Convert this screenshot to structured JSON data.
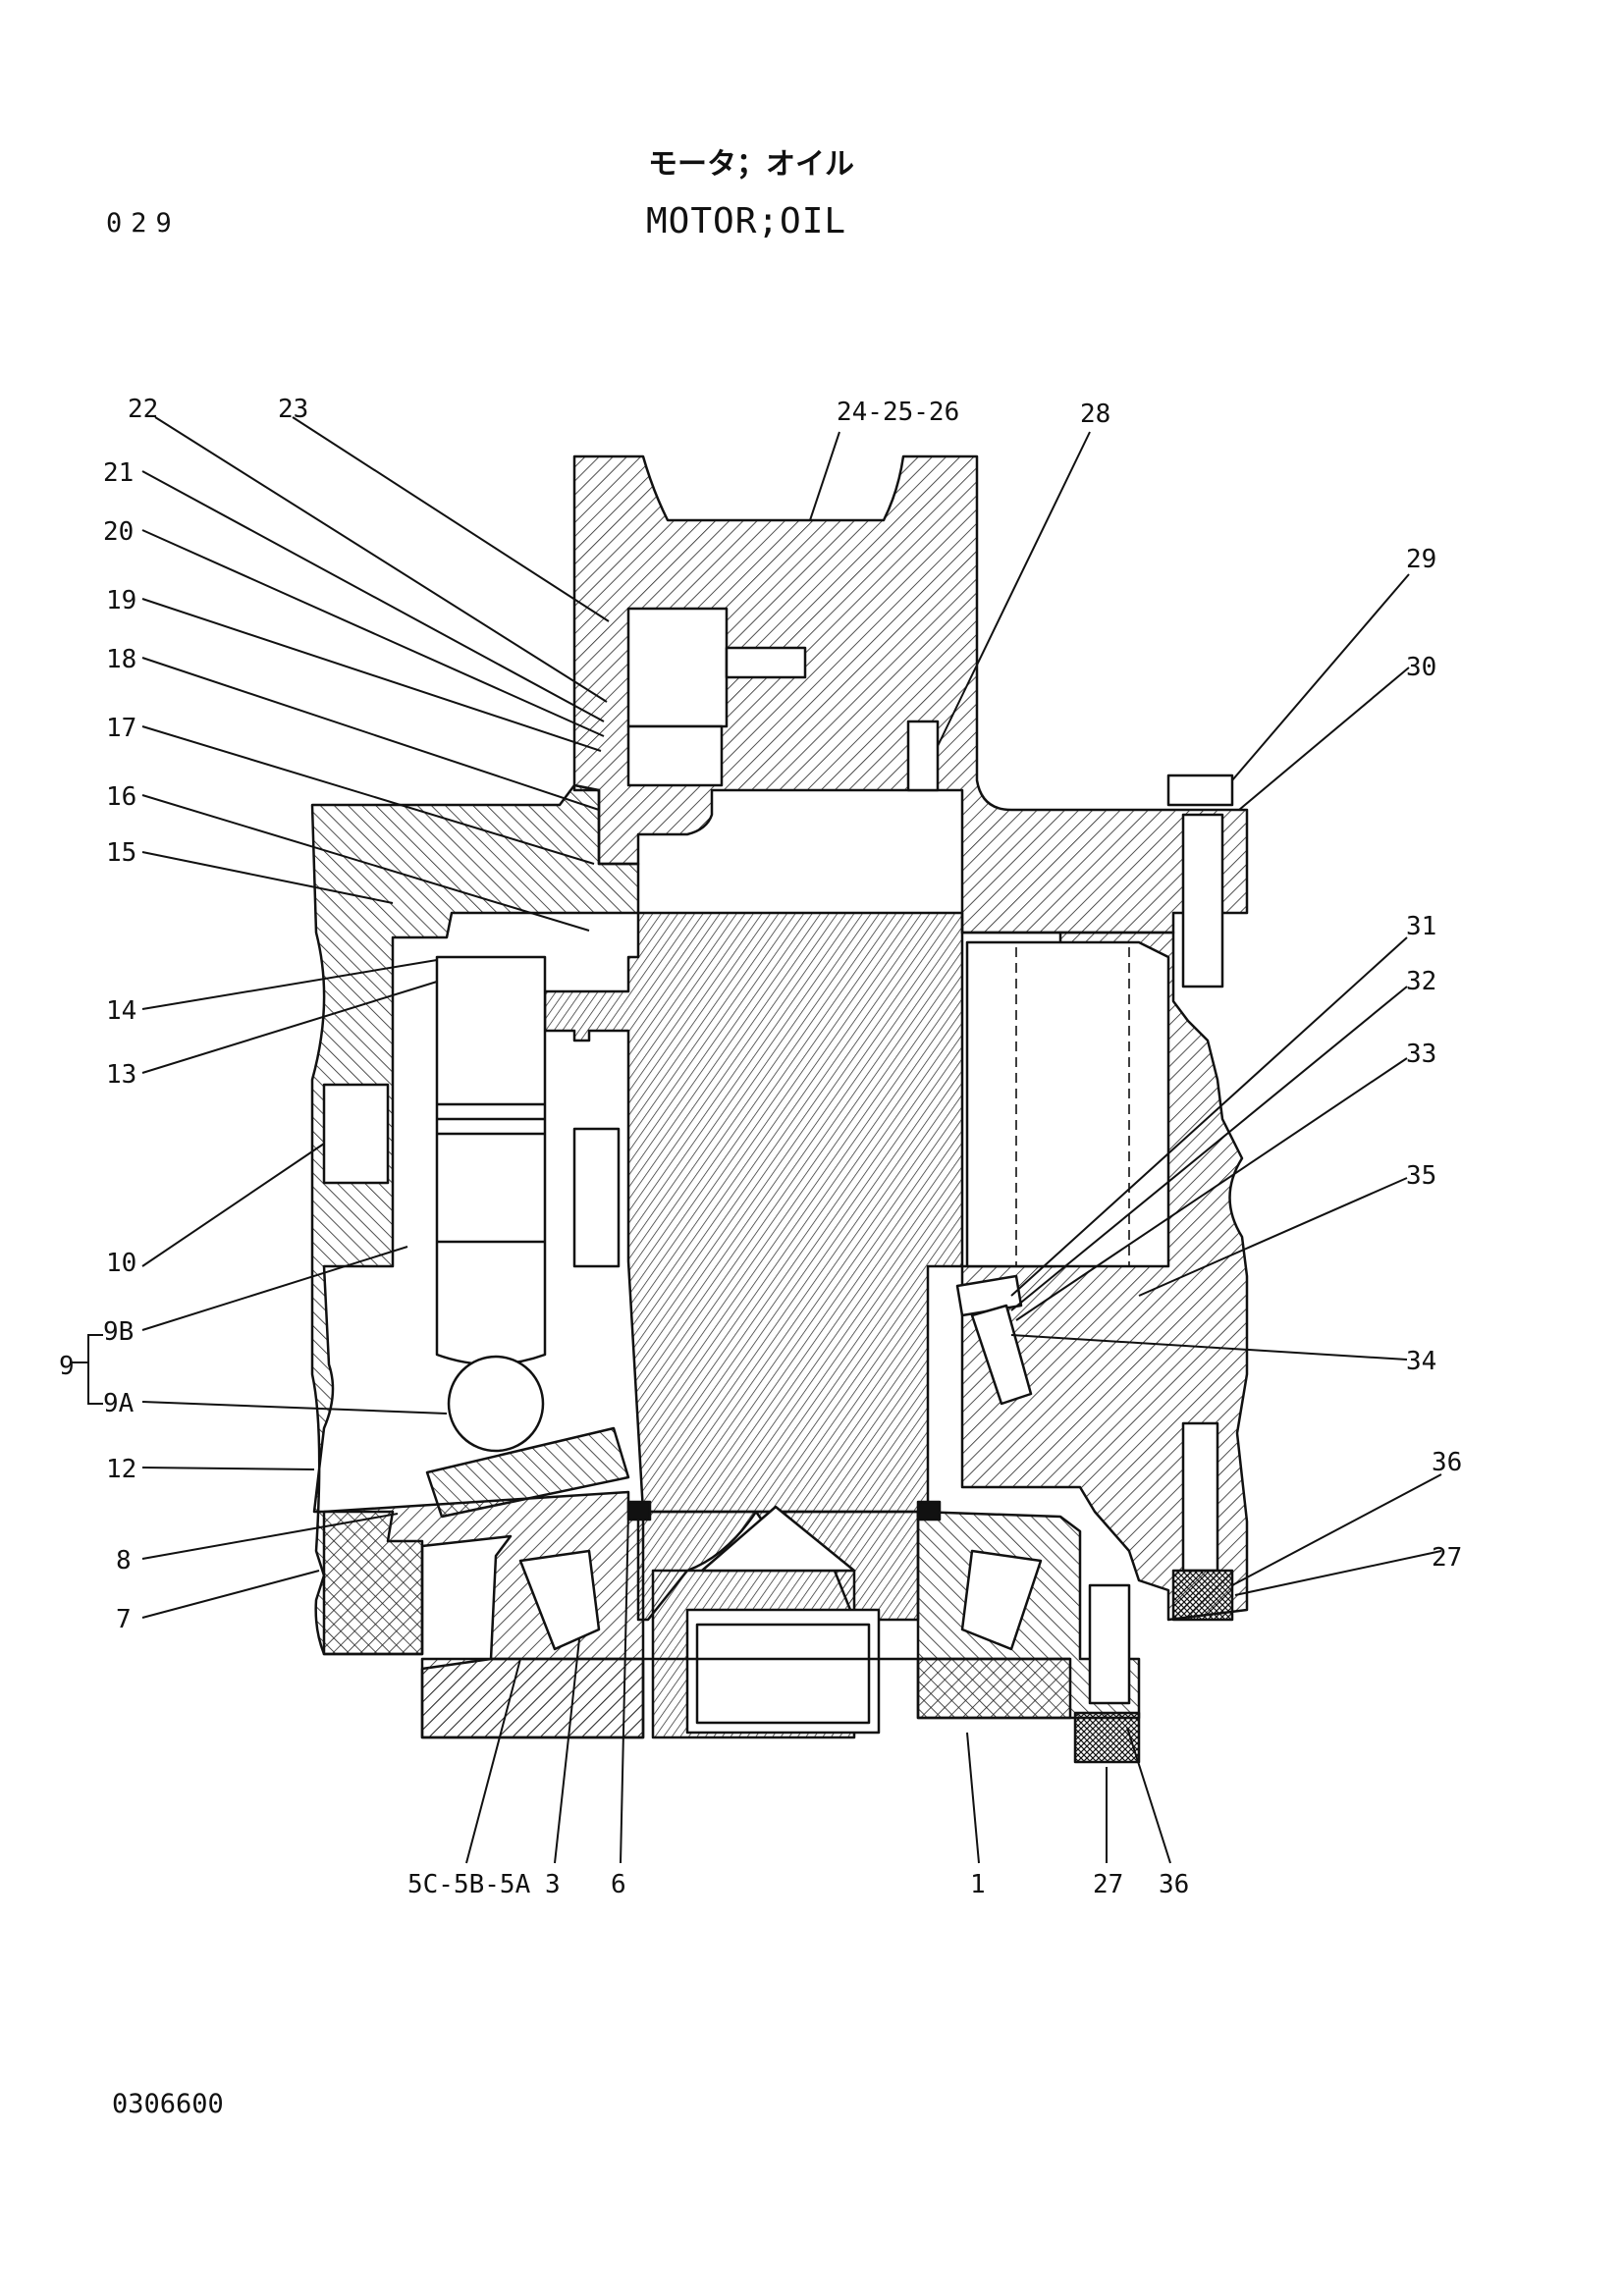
{
  "header": {
    "page_number": "029",
    "title_japanese": "モータ；オイル",
    "title_english": "MOTOR;OIL"
  },
  "drawing_number": "0306600",
  "callouts": [
    "22",
    "23",
    "24-25-26",
    "28",
    "29",
    "30",
    "21",
    "20",
    "19",
    "18",
    "17",
    "16",
    "15",
    "14",
    "13",
    "10",
    "9B",
    "9",
    "9A",
    "12",
    "8",
    "7",
    "31",
    "32",
    "33",
    "35",
    "34",
    "36",
    "27",
    "5C-5B-5A",
    "3",
    "6",
    "1",
    "27",
    "36"
  ]
}
